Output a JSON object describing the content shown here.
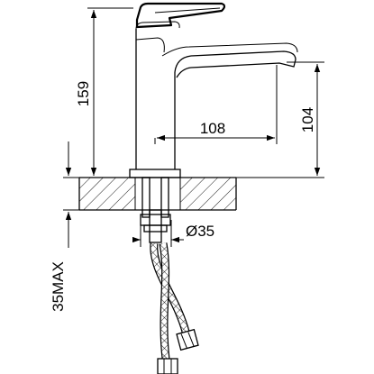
{
  "dimensions": {
    "height_total": "159",
    "spout_reach": "108",
    "spout_height": "104",
    "hole_diameter": "Ø35",
    "counter_thickness_max": "35MAX"
  }
}
